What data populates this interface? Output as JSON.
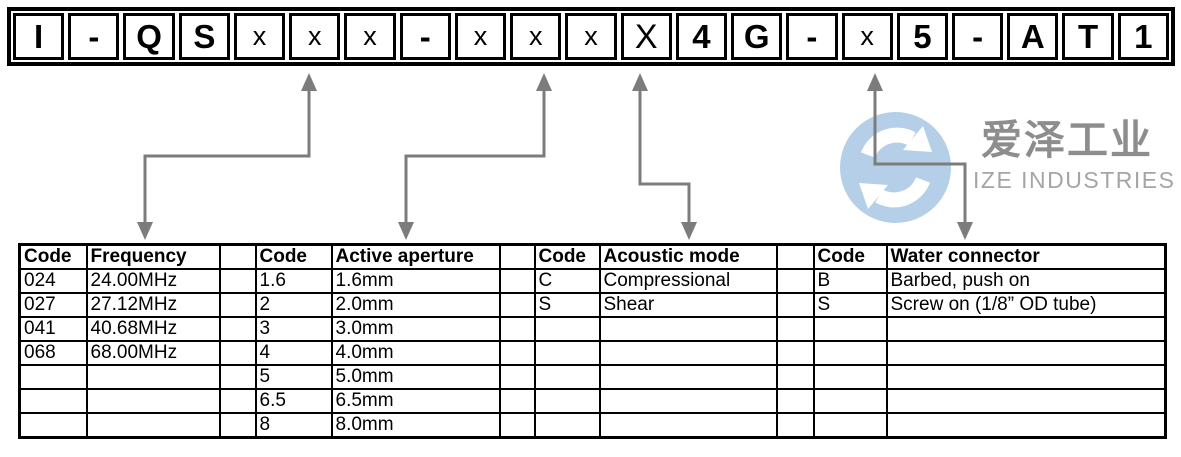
{
  "part_code": {
    "cells": [
      "I",
      "-",
      "Q",
      "S",
      "x",
      "x",
      "x",
      "-",
      "x",
      "x",
      "x",
      "X",
      "4",
      "G",
      "-",
      "x",
      "5",
      "-",
      "A",
      "T",
      "1"
    ]
  },
  "logo": {
    "brand_cn": "爱泽工业",
    "brand_en": "IZE INDUSTRIES",
    "mark_color": "#b5cfe9",
    "text_color": "#8d8d8d"
  },
  "arrows": {
    "color": "#7c7c7c"
  },
  "grid": {
    "columns": [
      "Code",
      "Frequency",
      "",
      "Code",
      "Active aperture",
      "",
      "Code",
      "Acoustic mode",
      "",
      "Code",
      "Water connector"
    ],
    "rows": [
      [
        "024",
        "24.00MHz",
        "",
        "1.6",
        "1.6mm",
        "",
        "C",
        "Compressional",
        "",
        "B",
        "Barbed, push on"
      ],
      [
        "027",
        "27.12MHz",
        "",
        "2",
        "2.0mm",
        "",
        "S",
        "Shear",
        "",
        "S",
        "Screw on (1/8” OD tube)"
      ],
      [
        "041",
        "40.68MHz",
        "",
        "3",
        "3.0mm",
        "",
        "",
        "",
        "",
        "",
        ""
      ],
      [
        "068",
        "68.00MHz",
        "",
        "4",
        "4.0mm",
        "",
        "",
        "",
        "",
        "",
        ""
      ],
      [
        "",
        "",
        "",
        "5",
        "5.0mm",
        "",
        "",
        "",
        "",
        "",
        ""
      ],
      [
        "",
        "",
        "",
        "6.5",
        "6.5mm",
        "",
        "",
        "",
        "",
        "",
        ""
      ],
      [
        "",
        "",
        "",
        "8",
        "8.0mm",
        "",
        "",
        "",
        "",
        "",
        ""
      ]
    ]
  }
}
